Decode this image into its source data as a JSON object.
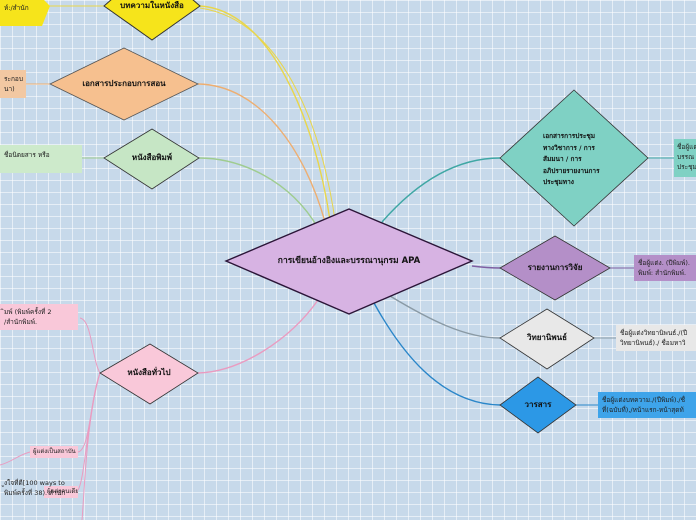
{
  "central": {
    "label": "การเขียนอ้างอิงและบรรณานุกรม APA",
    "color": "#d7b3e3"
  },
  "nodes": [
    {
      "id": "article-in-book",
      "label": "บทความในหนังสือ",
      "color": "#f6e41b"
    },
    {
      "id": "teaching-docs",
      "label": "เอกสารประกอบการสอน",
      "color": "#f6c08f"
    },
    {
      "id": "printed-book",
      "label": "หนังสือพิมพ์",
      "color": "#c6e6c5"
    },
    {
      "id": "general-book",
      "label": "หนังสือทั่วไป",
      "color": "#f9c8d9"
    },
    {
      "id": "conference-docs",
      "label": "เอกสารการประชุมทางวิชาการ / การสัมมนา / การอภิปรายรายงานการประชุมทาง",
      "lines": [
        "เอกสารการประชุม",
        "ทางวิชาการ / การ",
        "สัมมนา / การ",
        "อภิปรายรายงานการ",
        "ประชุมทาง"
      ],
      "color": "#7fd1c4"
    },
    {
      "id": "research-report",
      "label": "รายงานการวิจัย",
      "color": "#b48fc8"
    },
    {
      "id": "thesis",
      "label": "วิทยานิพนธ์",
      "color": "#e8e8e8"
    },
    {
      "id": "journal",
      "label": "วารสาร",
      "color": "#2c98e6"
    }
  ],
  "details": {
    "article-in-book": "ห์:/สำนัก",
    "teaching-docs": [
      "ระกอบ",
      "นา)"
    ],
    "printed-book": "ชื่อนิตยสาร หรือ",
    "general-book": [
      "ิมพ์ (พิมพ์ครั้งที่ 2",
      "/สำนักพิมพ์."
    ],
    "conference-docs": [
      "ชื่อผู้แต",
      "บรรณ",
      "ประชุม"
    ],
    "research-report": [
      "ชื่อผู้แต่ง. (ปีพิมพ์).",
      "พิมพ์: สำนักพิมพ์."
    ],
    "thesis": [
      "ชื่อผู้แต่งวิทยานิพนธ์./(ปี",
      "วิทยานิพนธ์)./ ชื่อมหาวิ"
    ],
    "journal": [
      "ชื่อผู้แต่งบทความ./(ปีพิมพ์)./ชื่",
      "ที่(ฉบับที่),/หน้าแรก-หน้าสุดท้"
    ]
  },
  "sub_details": {
    "sub-a": "ผู้แต่งเป็นสถาบัน",
    "sub-b": [
      "ูงใจที่ดี[100 ways to",
      "พิมพ์ครั้งที่ 38). สำนัก"
    ],
    "sub-c": "ผู้แต่งคนเดียว"
  }
}
